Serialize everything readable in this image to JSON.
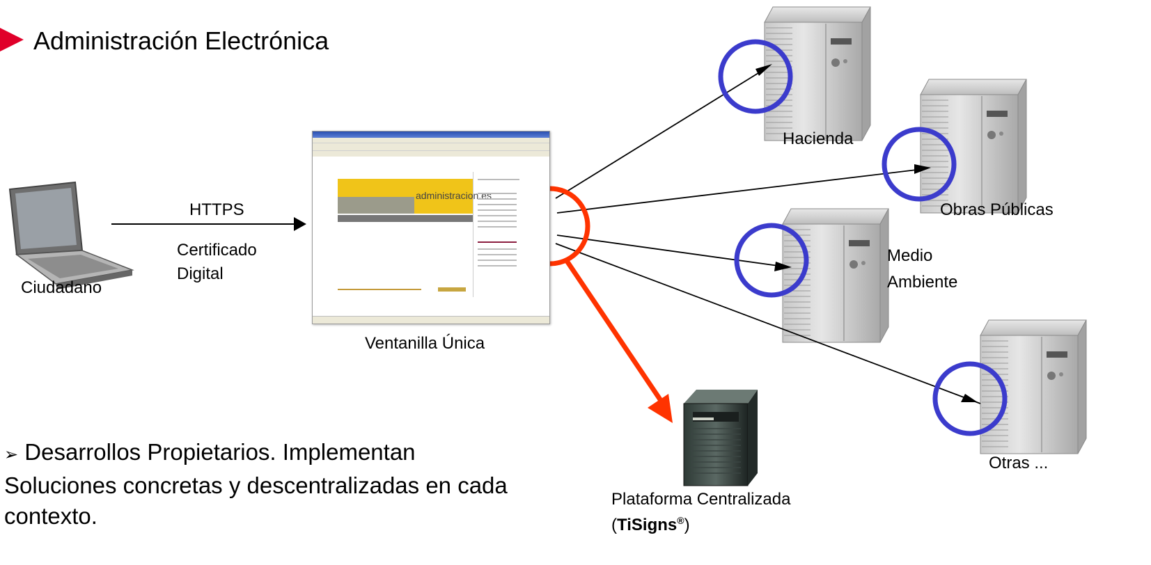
{
  "title": "Administración Electrónica",
  "labels": {
    "ciudadano": "Ciudadano",
    "https": "HTTPS",
    "certificado_line1": "Certificado",
    "certificado_line2": "Digital",
    "ventanilla": "Ventanilla Única",
    "hacienda": "Hacienda",
    "obras_publicas": "Obras Públicas",
    "medio_line1": "Medio",
    "medio_line2": "Ambiente",
    "otras": "Otras ...",
    "plataforma_line1": "Plataforma Centralizada",
    "plataforma_open": "(",
    "plataforma_brand": "TiSigns",
    "plataforma_reg": "®",
    "plataforma_close": ")"
  },
  "bottom_text": {
    "marker": "➢",
    "line": "Desarrollos Propietarios. Implementan Soluciones concretas y descentralizadas en cada contexto."
  },
  "browser": {
    "site_word": "administracion.es"
  },
  "colors": {
    "accent_red": "#ff3300",
    "circle_blue": "#3b3bcc",
    "bullet_red": "#e0002a"
  },
  "icons": {
    "laptop": "laptop-icon",
    "server": "server-icon",
    "platform_server": "platform-server-icon"
  }
}
